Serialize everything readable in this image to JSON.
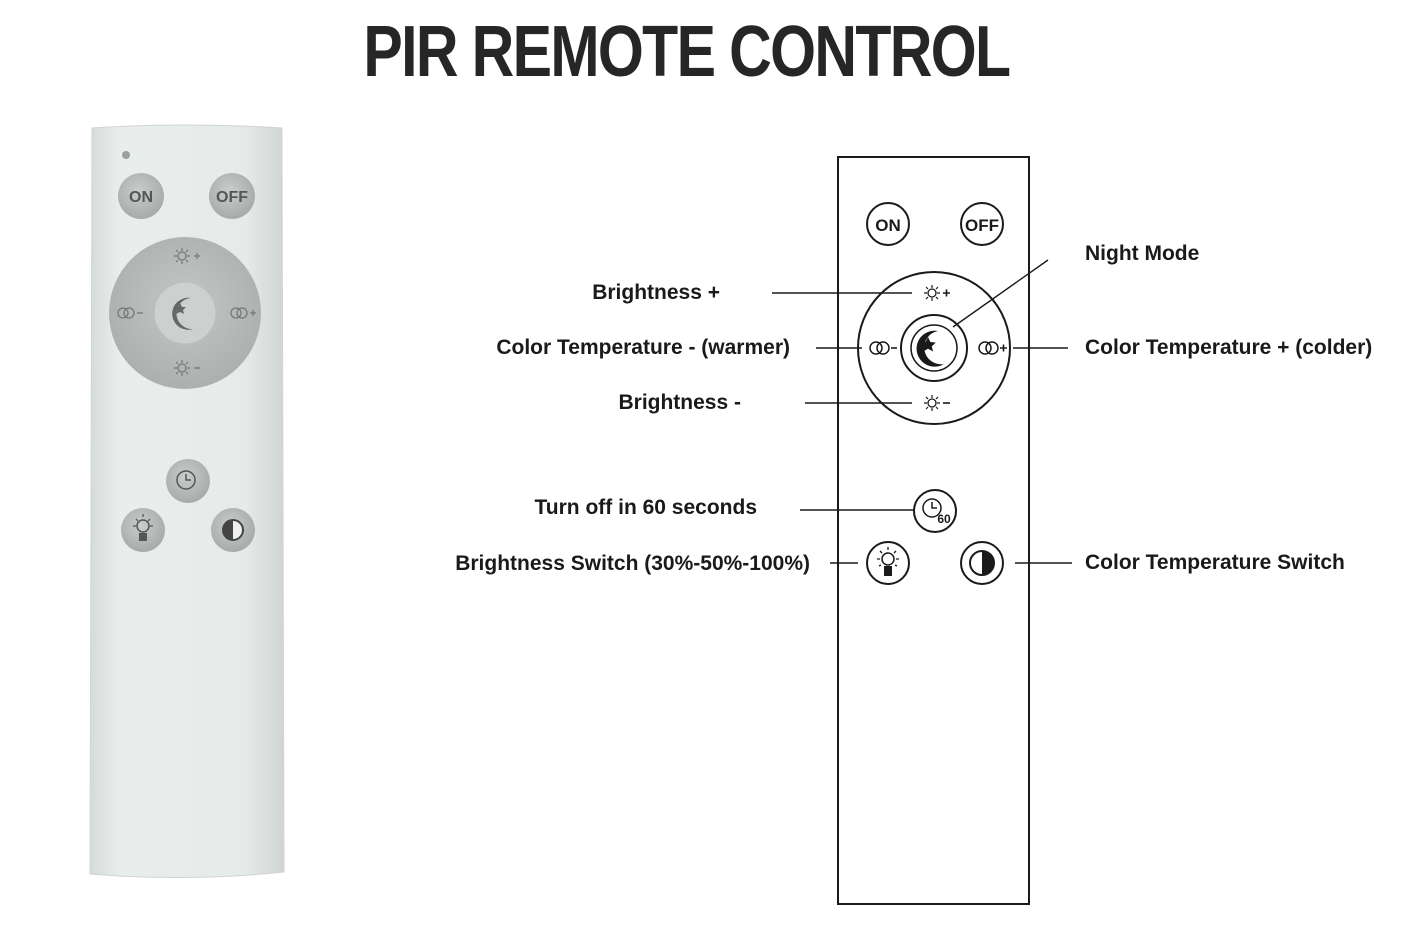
{
  "title": "PIR REMOTE CONTROL",
  "photo": {
    "on_label": "ON",
    "off_label": "OFF"
  },
  "diagram": {
    "on_label": "ON",
    "off_label": "OFF",
    "timer_label": "60",
    "callouts": {
      "night_mode": "Night Mode",
      "brightness_plus": "Brightness +",
      "color_temp_warmer": "Color Temperature - (warmer)",
      "color_temp_colder": "Color Temperature + (colder)",
      "brightness_minus": "Brightness -",
      "turn_off_60": "Turn off in 60 seconds",
      "brightness_switch": "Brightness Switch (30%-50%-100%)",
      "color_temp_switch": "Color Temperature Switch"
    }
  },
  "colors": {
    "remote_body": "#e4e9e8",
    "button_grey": "#b5bab8",
    "line": "#1a1a1a"
  }
}
